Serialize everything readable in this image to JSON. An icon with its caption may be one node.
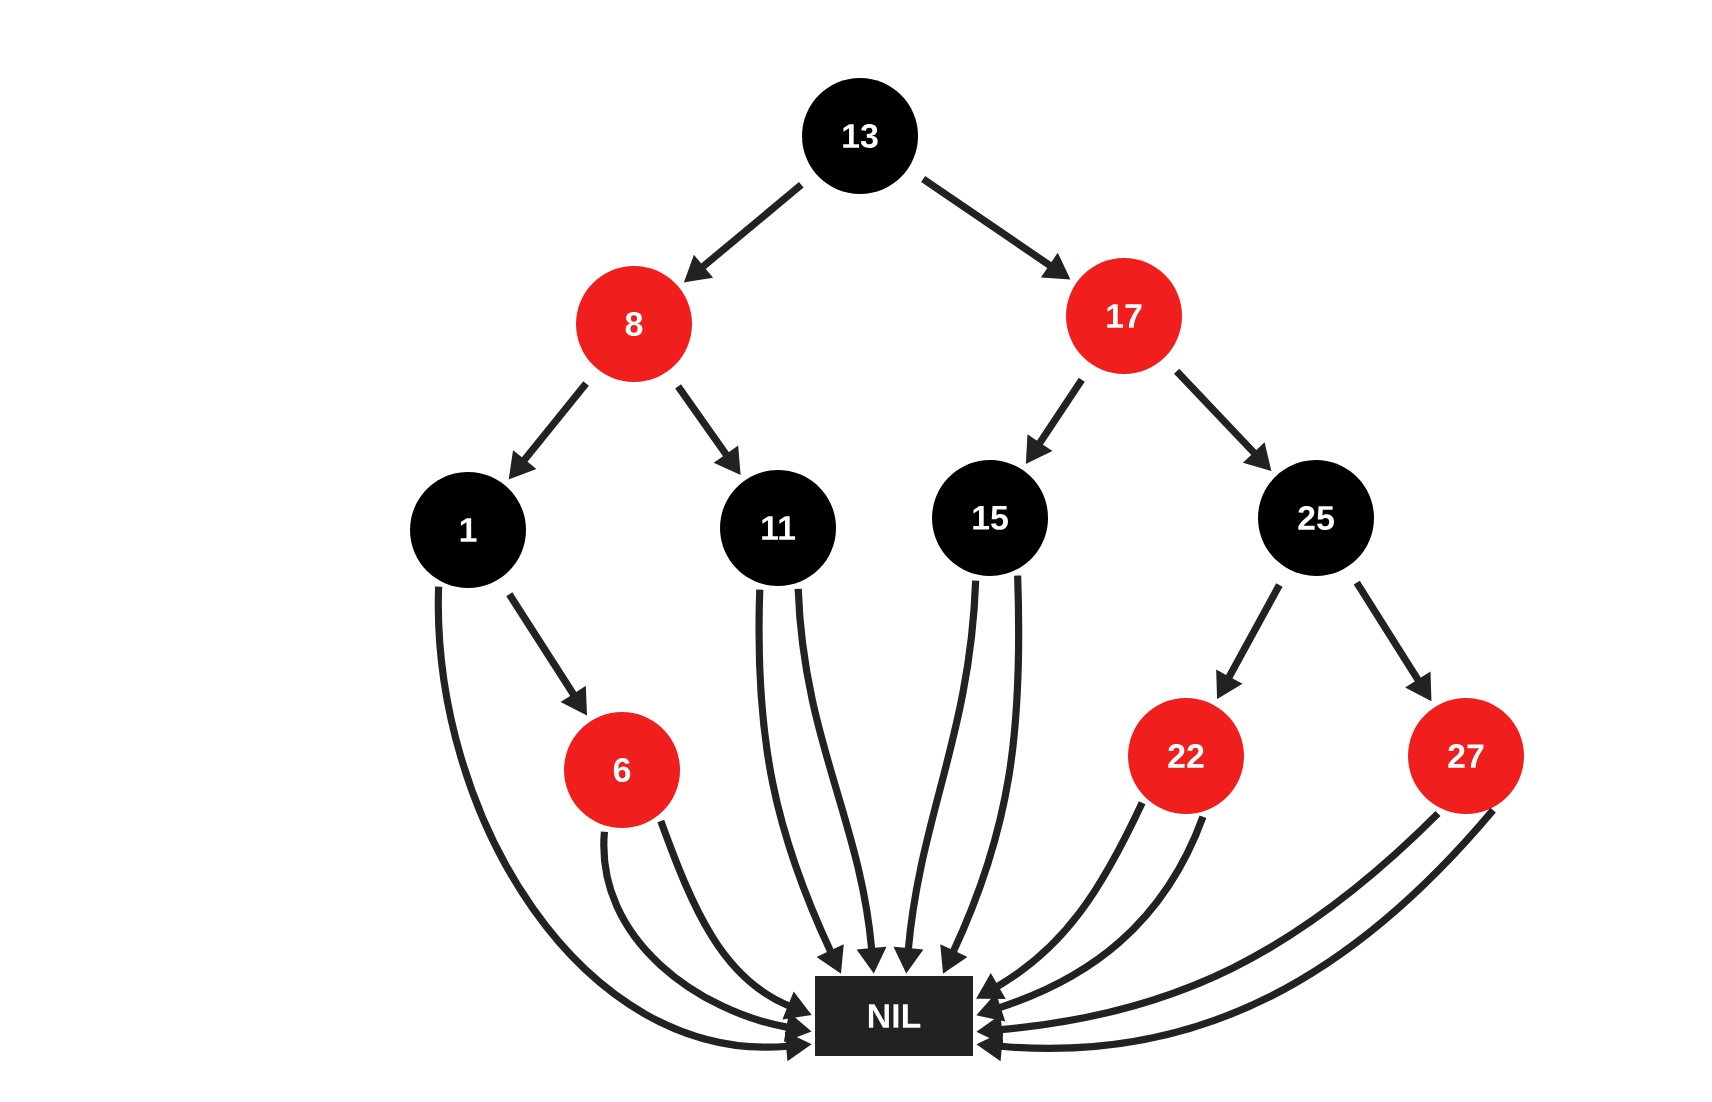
{
  "diagram": {
    "nodes": [
      {
        "text": [
          "13"
        ]
      },
      {
        "text": [
          "8"
        ]
      },
      {
        "text": [
          "17"
        ]
      },
      {
        "text": [
          "1"
        ]
      },
      {
        "text": [
          "11"
        ]
      },
      {
        "text": [
          "15"
        ]
      },
      {
        "text": [
          "25"
        ]
      },
      {
        "text": [
          "6"
        ]
      },
      {
        "text": [
          "22"
        ]
      },
      {
        "text": [
          "27"
        ]
      },
      {
        "text": [
          "NIL"
        ]
      }
    ],
    "edges": [
      {
        "from": 0,
        "to": 1,
        "arrow": "to"
      },
      {
        "from": 0,
        "to": 2,
        "arrow": "to"
      },
      {
        "from": 1,
        "to": 3,
        "arrow": "to"
      },
      {
        "from": 1,
        "to": 4,
        "arrow": "to"
      },
      {
        "from": 2,
        "to": 5,
        "arrow": "to"
      },
      {
        "from": 2,
        "to": 6,
        "arrow": "to"
      },
      {
        "from": 3,
        "to": 7,
        "arrow": "to"
      },
      {
        "from": 6,
        "to": 8,
        "arrow": "to"
      },
      {
        "from": 6,
        "to": 9,
        "arrow": "to"
      },
      {
        "from": 3,
        "to": 10,
        "arrow": "to"
      },
      {
        "from": 7,
        "to": 10,
        "arrow": "to"
      },
      {
        "from": 7,
        "to": 10,
        "arrow": "to"
      },
      {
        "from": 4,
        "to": 10,
        "arrow": "to"
      },
      {
        "from": 4,
        "to": 10,
        "arrow": "to"
      },
      {
        "from": 5,
        "to": 10,
        "arrow": "to"
      },
      {
        "from": 5,
        "to": 10,
        "arrow": "to"
      },
      {
        "from": 8,
        "to": 10,
        "arrow": "to"
      },
      {
        "from": 8,
        "to": 10,
        "arrow": "to"
      },
      {
        "from": 9,
        "to": 10,
        "arrow": "to"
      },
      {
        "from": 9,
        "to": 10,
        "arrow": "to"
      }
    ]
  }
}
